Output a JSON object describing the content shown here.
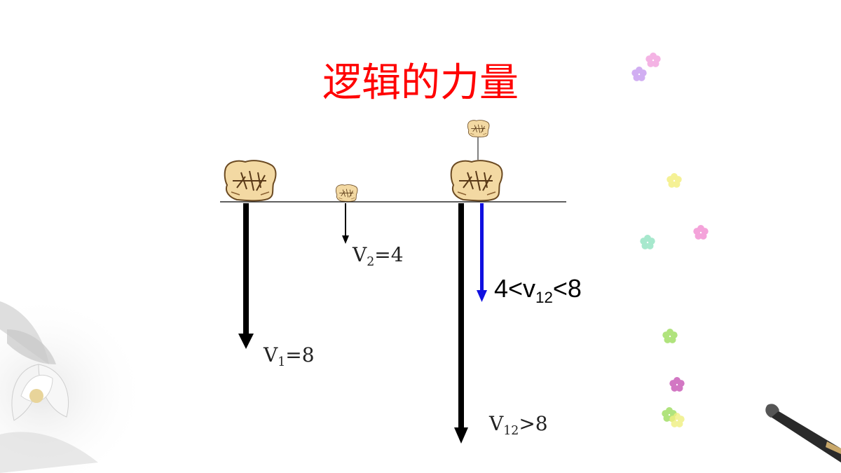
{
  "title": "逻辑的力量",
  "labels": {
    "v1": {
      "main": "V",
      "sub": "1",
      "rest": "=8"
    },
    "v2": {
      "main": "V",
      "sub": "2",
      "rest": "=4"
    },
    "v12_range": {
      "main": "4<v",
      "sub": "12",
      "rest": "<8"
    },
    "v12_gt": {
      "main": "V",
      "sub": "12",
      "rest": ">8"
    }
  },
  "colors": {
    "title": "#ff0000",
    "arrow_black": "#000000",
    "arrow_blue": "#1010e0",
    "stone": "#f3d9a3"
  },
  "icons": [
    "stone-icon",
    "flower-icon",
    "brush-icon",
    "lotus-flower-icon"
  ]
}
